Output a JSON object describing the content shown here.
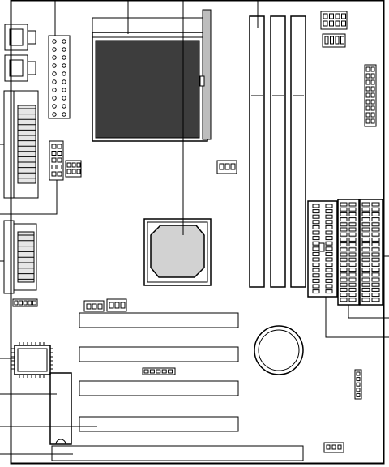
{
  "diagram": {
    "kind": "motherboard-layout",
    "colors": {
      "stroke": "#000000",
      "background": "#ffffff",
      "cpu_die": "#3d3d3d",
      "chipset": "#d2d2d2",
      "socket_lever": "#bdbdbd"
    },
    "components": {
      "dimm_slots": 3,
      "pci_slots": 4,
      "isa_slots": 1,
      "ide_connectors": 2,
      "floppy_connector": 1,
      "fan_headers": 3,
      "battery": 1,
      "atx_power_pin_rows": 10
    }
  }
}
